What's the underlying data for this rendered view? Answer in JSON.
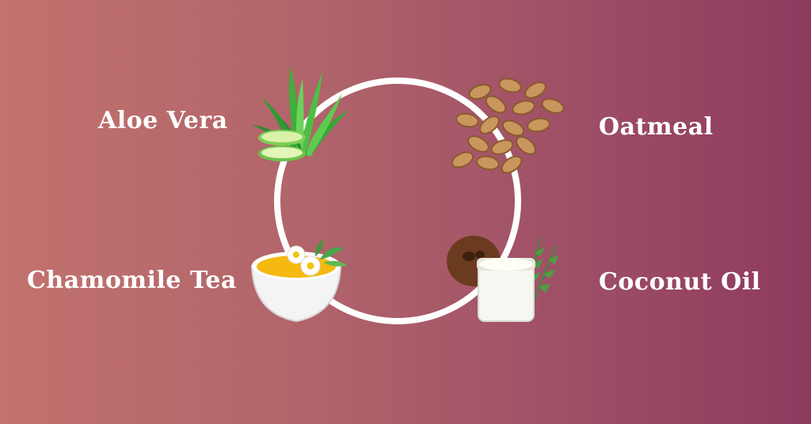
{
  "items": [
    {
      "label": "Aloe Vera",
      "icon": "aloe-vera-icon"
    },
    {
      "label": "Oatmeal",
      "icon": "oatmeal-icon"
    },
    {
      "label": "Chamomile Tea",
      "icon": "chamomile-tea-icon"
    },
    {
      "label": "Coconut Oil",
      "icon": "coconut-oil-icon"
    }
  ],
  "colors": {
    "background_start": "#c2736e",
    "background_end": "#8e3a5f",
    "ring": "#ffffff",
    "text": "#ffffff"
  }
}
